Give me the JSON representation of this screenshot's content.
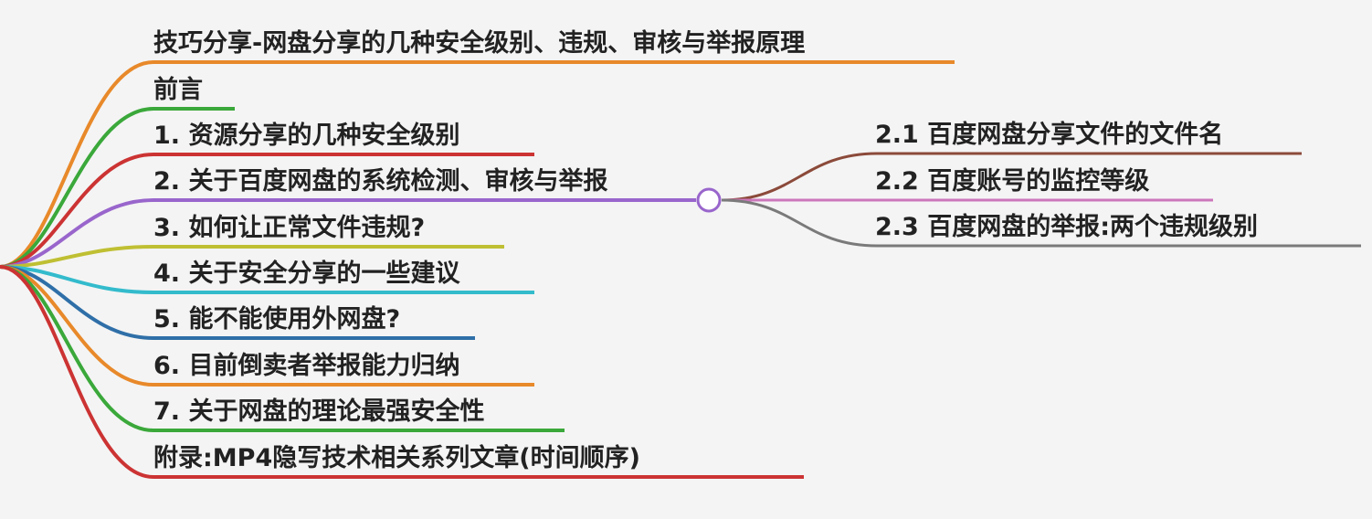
{
  "mindmap": {
    "branches": [
      {
        "label": "技巧分享-网盘分享的几种安全级别、违规、审核与举报原理",
        "color": "#e8892a"
      },
      {
        "label": "前言",
        "color": "#3aa83a"
      },
      {
        "label": "1. 资源分享的几种安全级别",
        "color": "#cc3333"
      },
      {
        "label": "2. 关于百度网盘的系统检测、审核与举报",
        "color": "#9966cc"
      },
      {
        "label": "3. 如何让正常文件违规?",
        "color": "#bfbf33"
      },
      {
        "label": "4. 关于安全分享的一些建议",
        "color": "#33bbcc"
      },
      {
        "label": "5. 能不能使用外网盘?",
        "color": "#2f6fa8"
      },
      {
        "label": "6. 目前倒卖者举报能力归纳",
        "color": "#e8892a"
      },
      {
        "label": "7. 关于网盘的理论最强安全性",
        "color": "#3aa83a"
      },
      {
        "label": "附录:MP4隐写技术相关系列文章(时间顺序)",
        "color": "#cc3333"
      }
    ],
    "sub_branches": [
      {
        "label": "2.1 百度网盘分享文件的文件名",
        "color": "#8b4a3a"
      },
      {
        "label": "2.2 百度账号的监控等级",
        "color": "#cc77bb"
      },
      {
        "label": "2.3 百度网盘的举报:两个违规级别",
        "color": "#7a7a7a"
      }
    ]
  }
}
